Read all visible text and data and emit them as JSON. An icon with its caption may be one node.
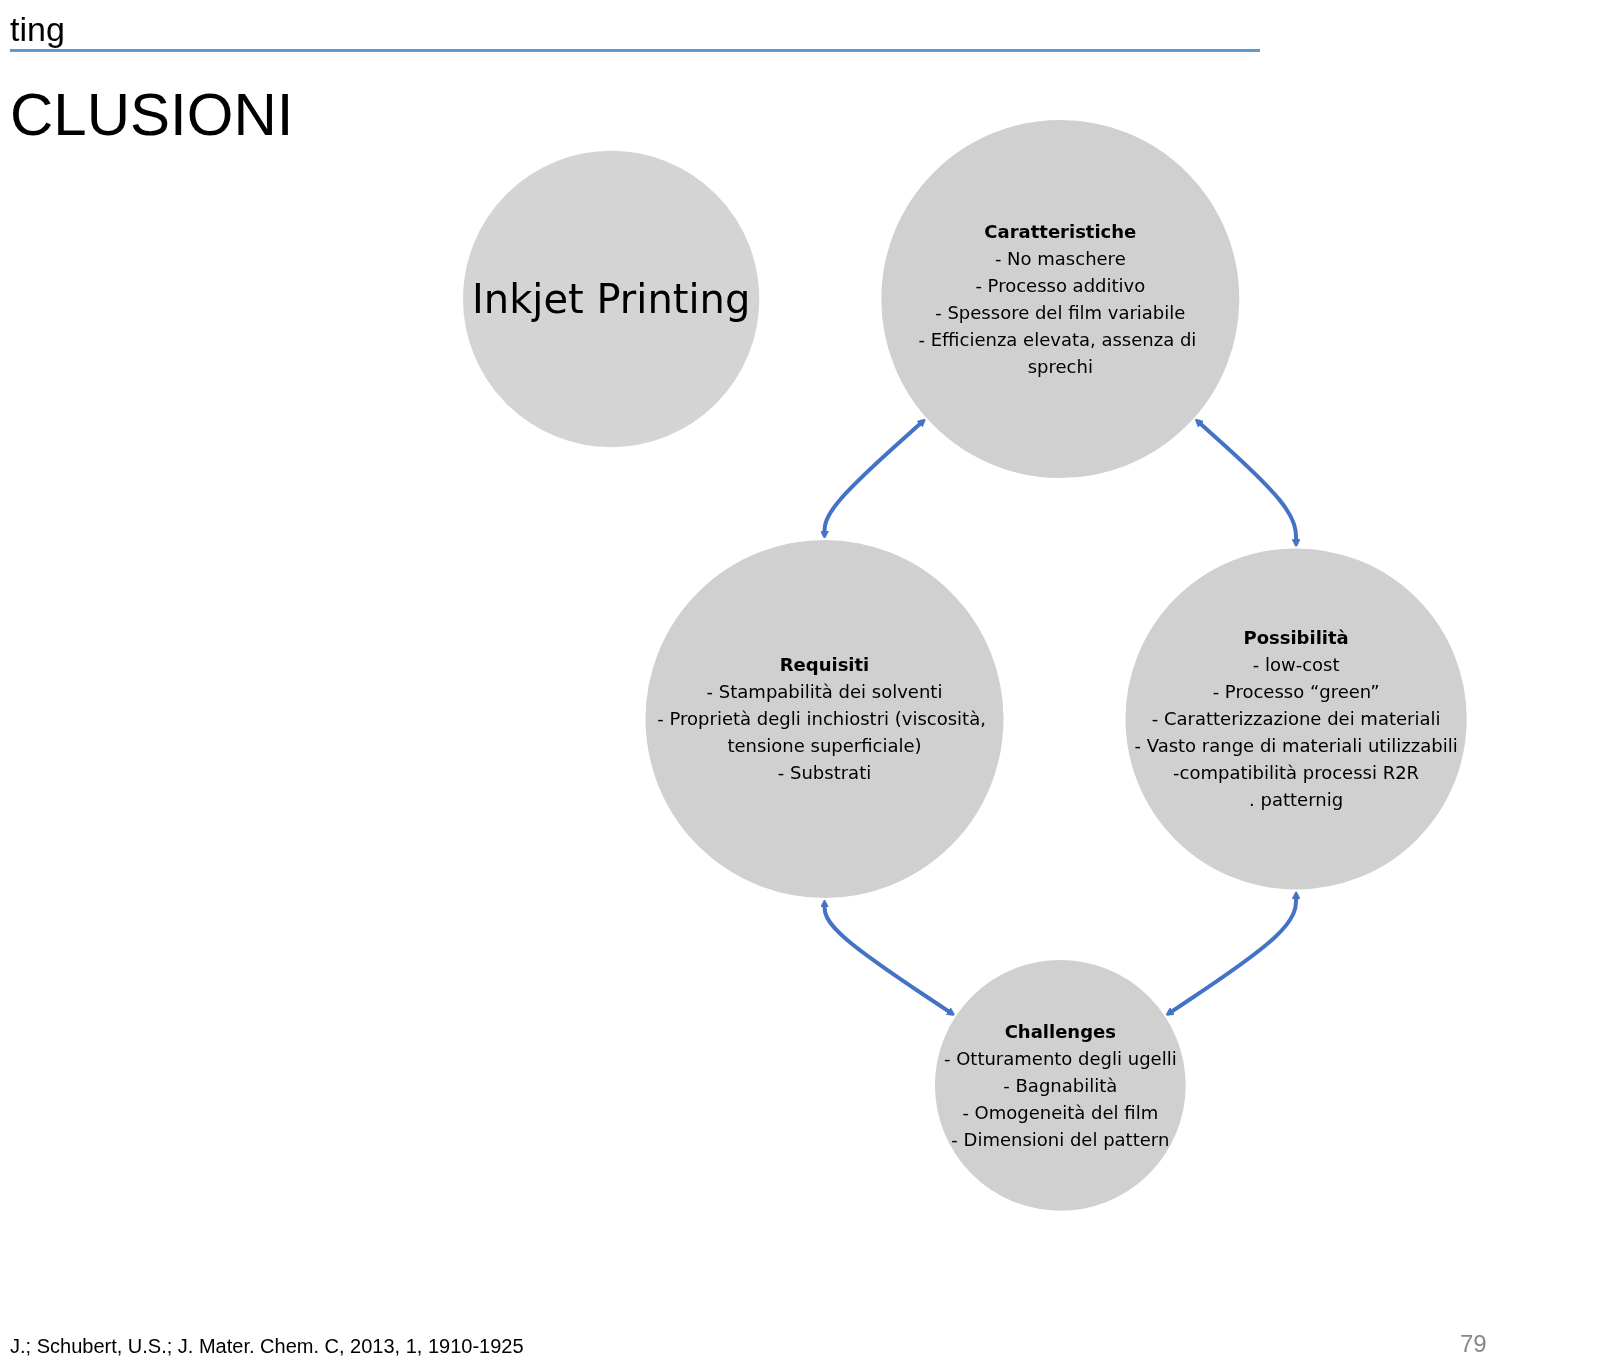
{
  "diagram": {
    "title": "CLUSIONI",
    "nodes": [
      {
        "text": [
          "Inkjet Printing"
        ]
      },
      {
        "text": [
          "Caratteristiche",
          "- No maschere",
          "- Processo additivo",
          "- Spessore del film variabile",
          "- Efficienza elevata, assenza di sprechi"
        ]
      },
      {
        "text": [
          "Requisiti",
          "- Stampabilità dei solventi",
          "- Proprietà degli inchiostri (viscosità, tensione superficiale)",
          "- Substrati"
        ]
      },
      {
        "text": [
          "Possibilità",
          "- low-cost",
          "- Processo “green”",
          "- Caratterizzazione dei materiali",
          "- Vasto range di materiali utilizzabili",
          "-compatibilità processi R2R",
          ". patternig"
        ]
      },
      {
        "text": [
          "Challenges",
          "- Otturamento degli ugelli",
          "- Bagnabilità",
          "- Omogeneità del film",
          "- Dimensioni del pattern"
        ]
      }
    ],
    "edges": [
      {
        "from": 1,
        "to": 2,
        "arrow": "both"
      },
      {
        "from": 1,
        "to": 3,
        "arrow": "both"
      },
      {
        "from": 2,
        "to": 4,
        "arrow": "both"
      },
      {
        "from": 3,
        "to": 4,
        "arrow": "both"
      }
    ],
    "labels": [
      "ting",
      "J.; Schubert, U.S.; J. Mater. Chem. C, 2013, 1, 1910-1925",
      "79"
    ]
  }
}
